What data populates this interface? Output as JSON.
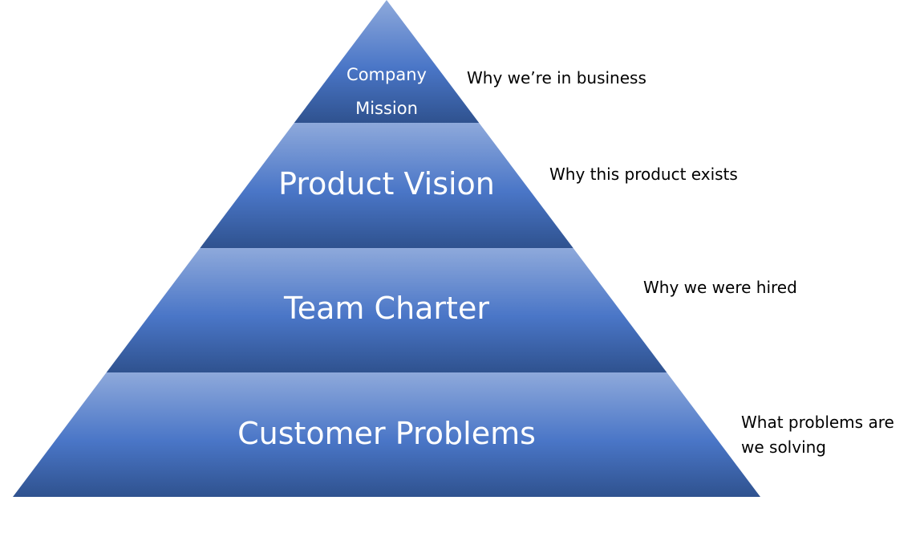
{
  "diagram": {
    "type": "pyramid",
    "colors": {
      "gradient_top": "#8ea9db",
      "gradient_mid": "#4a76c7",
      "gradient_bottom": "#2f528f",
      "layer_text": "#ffffff",
      "annotation_text": "#000000"
    },
    "layers": [
      {
        "label": "Company Mission",
        "annotation": "Why we’re in business"
      },
      {
        "label": "Product Vision",
        "annotation": "Why this product exists"
      },
      {
        "label": "Team Charter",
        "annotation": "Why we were hired"
      },
      {
        "label": "Customer Problems",
        "annotation": "What problems are we solving"
      }
    ]
  }
}
